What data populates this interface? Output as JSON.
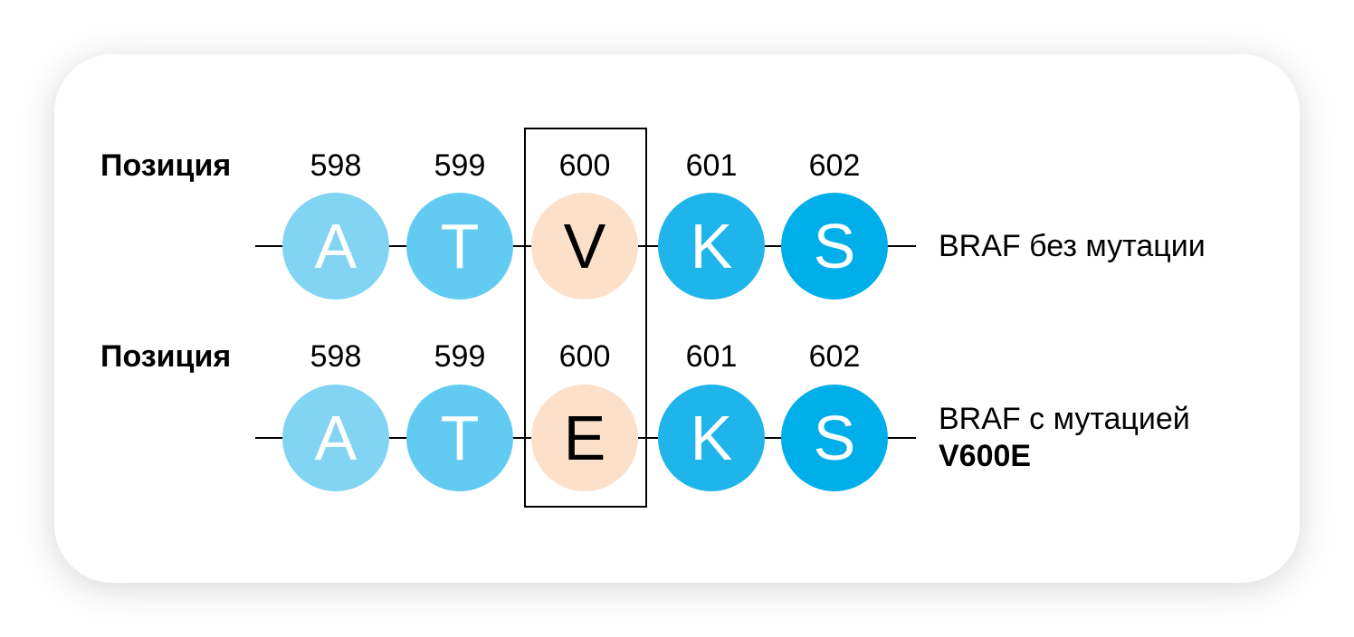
{
  "position_label": "Позиция",
  "positions": [
    "598",
    "599",
    "600",
    "601",
    "602"
  ],
  "rows": [
    {
      "residues": [
        "A",
        "T",
        "V",
        "K",
        "S"
      ],
      "caption": "BRAF без мутации",
      "caption_bold": ""
    },
    {
      "residues": [
        "A",
        "T",
        "E",
        "K",
        "S"
      ],
      "caption": "BRAF с мутацией",
      "caption_bold": "V600E"
    }
  ],
  "colors": {
    "residue_598": "#82d4f3",
    "residue_599": "#62cbf2",
    "residue_600": "#fde0c9",
    "residue_601": "#1fb4ea",
    "residue_602": "#00aeea",
    "chain": "#000000",
    "highlight_border": "#000000"
  }
}
